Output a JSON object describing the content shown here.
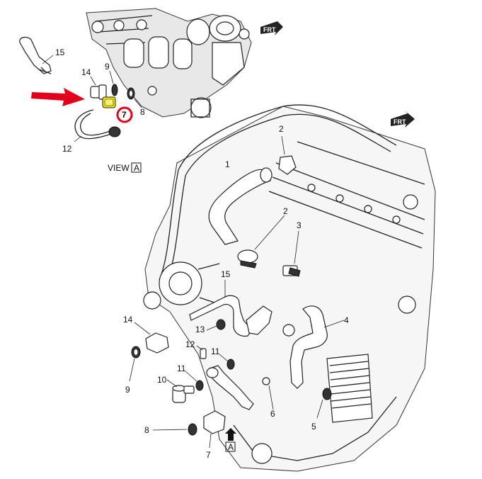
{
  "view": {
    "label": "VIEW",
    "letter": "A"
  },
  "forward_indicator": "FRT",
  "highlight": {
    "fill": "#f2e600",
    "ring": "#e3001b",
    "arrow": "#e3001b"
  },
  "inset_callouts": [
    "15",
    "14",
    "9",
    "8",
    "7",
    "12"
  ],
  "main_callouts": [
    "1",
    "2",
    "2",
    "3",
    "4",
    "5",
    "6",
    "7",
    "8",
    "9",
    "10",
    "11",
    "11",
    "12",
    "13",
    "14",
    "15"
  ]
}
